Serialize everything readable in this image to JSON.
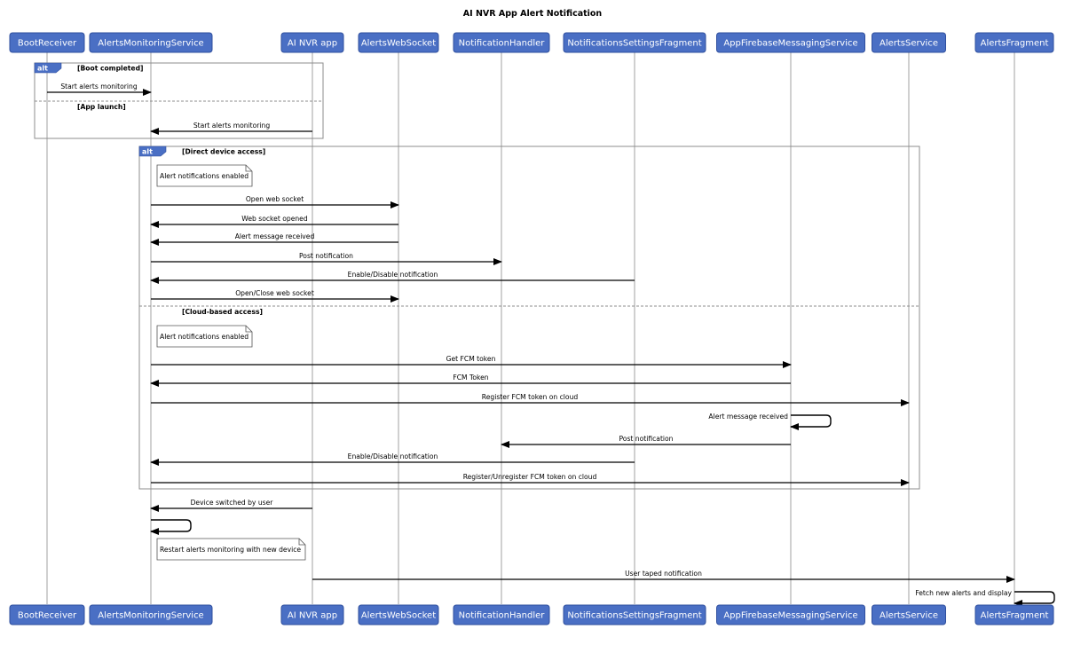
{
  "title": "AI NVR App Alert Notification",
  "participants": [
    "BootReceiver",
    "AlertsMonitoringService",
    "AI NVR app",
    "AlertsWebSocket",
    "NotificationHandler",
    "NotificationsSettingsFragment",
    "AppFirebaseMessagingService",
    "AlertsService",
    "AlertsFragment"
  ],
  "alt_keyword": "alt",
  "groups": {
    "boot": {
      "label": "alt",
      "guard1": "[Boot completed]",
      "guard2": "[App launch]"
    },
    "access": {
      "label": "alt",
      "guard1": "[Direct device access]",
      "guard2": "[Cloud-based access]"
    }
  },
  "messages": [
    "Start alerts monitoring",
    "Start alerts monitoring",
    "Open web socket",
    "Web socket opened",
    "Alert message received",
    "Post notification",
    "Enable/Disable notification",
    "Open/Close web socket",
    "Get FCM token",
    "FCM Token",
    "Register FCM token on cloud",
    "Alert message received",
    "Post notification",
    "Enable/Disable notification",
    "Register/Unregister FCM token on cloud",
    "Device switched by user",
    "User taped notification",
    "Fetch new alerts and display"
  ],
  "notes": [
    "Alert notifications enabled",
    "Alert notifications enabled",
    "Restart alerts monitoring with new device"
  ],
  "colors": {
    "participant_fill": "#4a6fc4",
    "participant_border": "#2f4f9e",
    "lifeline": "#a0a0a0",
    "frame": "#8c8c8c",
    "arrow": "#000000"
  }
}
